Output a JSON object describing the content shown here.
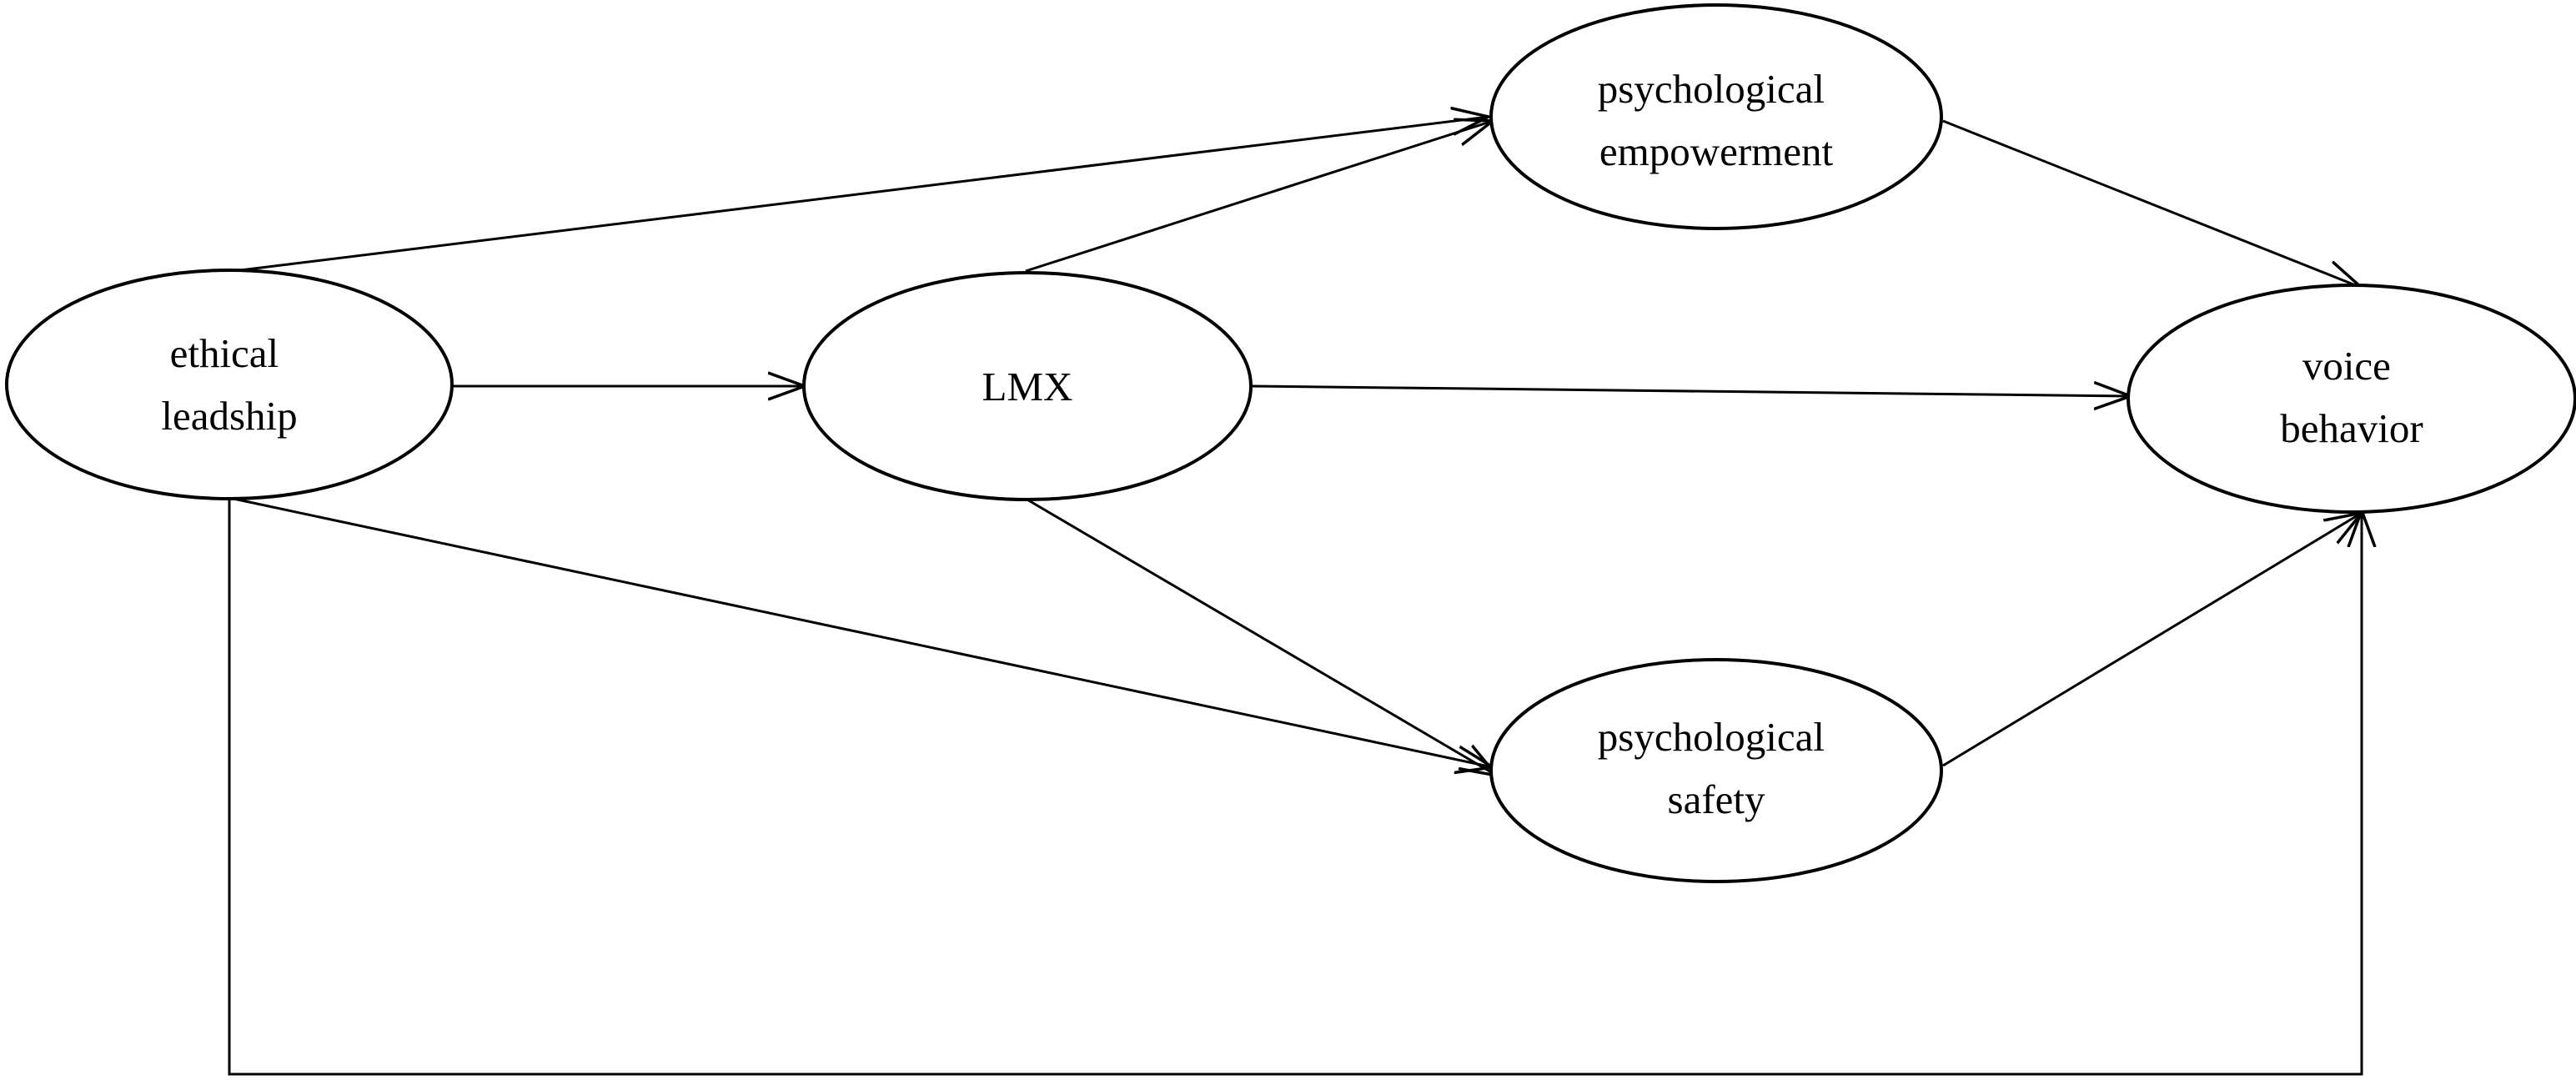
{
  "diagram": {
    "colors": {
      "stroke": "#000000",
      "node_fill": "#ffffff",
      "background": "#ffffff"
    },
    "nodes": [
      {
        "id": "ethical_leadship",
        "lines": [
          "ethical",
          "leadship"
        ]
      },
      {
        "id": "lmx",
        "lines": [
          "LMX"
        ]
      },
      {
        "id": "psychological_empowerment",
        "lines": [
          "psychological",
          "empowerment"
        ]
      },
      {
        "id": "psychological_safety",
        "lines": [
          "psychological",
          "safety"
        ]
      },
      {
        "id": "voice_behavior",
        "lines": [
          "voice",
          "behavior"
        ]
      }
    ],
    "edges": [
      {
        "from": "ethical_leadship",
        "to": "psychological_empowerment"
      },
      {
        "from": "ethical_leadship",
        "to": "lmx"
      },
      {
        "from": "ethical_leadship",
        "to": "psychological_safety"
      },
      {
        "from": "ethical_leadship",
        "to": "voice_behavior",
        "route": "bottom-loop"
      },
      {
        "from": "lmx",
        "to": "psychological_empowerment"
      },
      {
        "from": "lmx",
        "to": "voice_behavior"
      },
      {
        "from": "lmx",
        "to": "psychological_safety"
      },
      {
        "from": "psychological_empowerment",
        "to": "voice_behavior"
      },
      {
        "from": "psychological_safety",
        "to": "voice_behavior"
      }
    ]
  }
}
